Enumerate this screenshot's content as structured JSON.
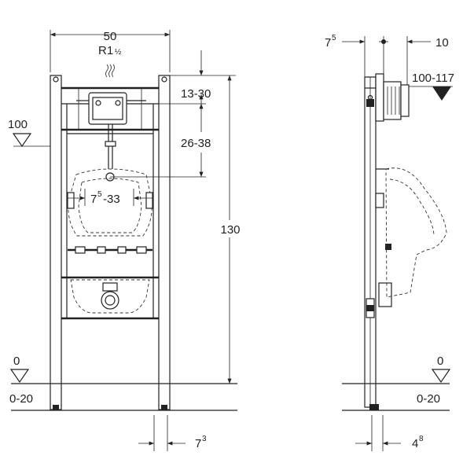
{
  "front": {
    "width_label": "50",
    "thread_label": "R1",
    "thread_frac": "½",
    "level_100": "100",
    "dim_13_30": "13-30",
    "dim_26_38": "26-38",
    "dim_7_33_base": "7",
    "dim_7_33_sup": "5",
    "dim_7_33_rest": "-33",
    "height_130": "130",
    "level_0": "0",
    "floor_0_20": "0-20",
    "foot_base": "7",
    "foot_sup": "3"
  },
  "side": {
    "top_left_base": "7",
    "top_left_sup": "5",
    "top_right": "10",
    "depth_label": "100-117",
    "level_0": "0",
    "floor_0_20": "0-20",
    "foot_base": "4",
    "foot_sup": "8"
  }
}
